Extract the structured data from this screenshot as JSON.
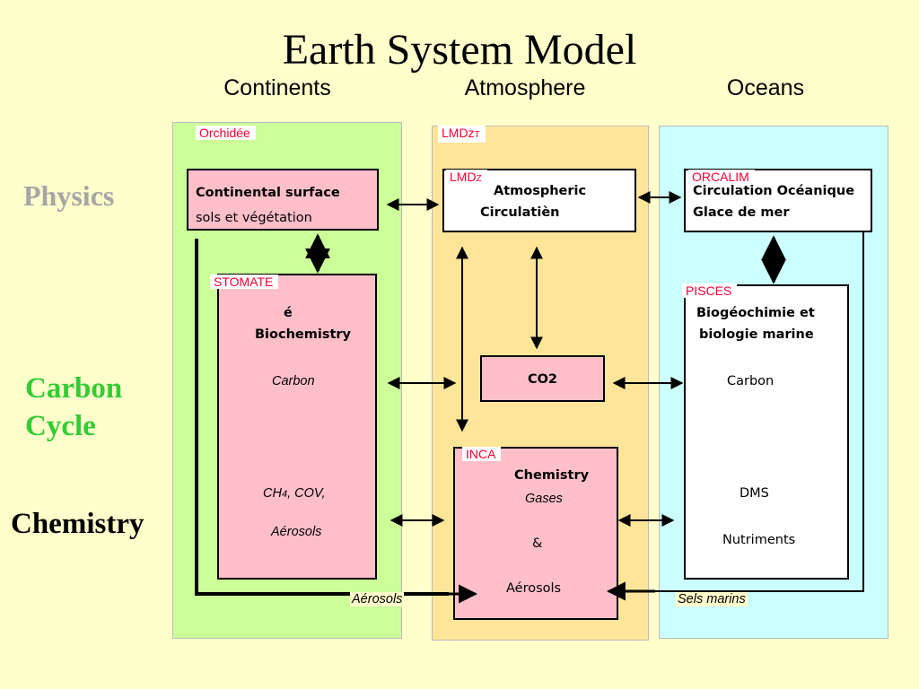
{
  "title": "Earth System Model",
  "columns": {
    "continents": "Continents",
    "atmosphere": "Atmosphere",
    "oceans": "Oceans"
  },
  "rows": {
    "physics": "Physics",
    "carbon_cycle_line1": "Carbon",
    "carbon_cycle_line2": "Cycle",
    "chemistry": "Chemistry"
  },
  "colors": {
    "background": "#ffffcc",
    "continents_panel": "#ccff99",
    "atmosphere_panel": "#ffe599",
    "oceans_panel": "#ccffff",
    "pink_box": "#ffbfc9",
    "tag_red": "#ff0033",
    "physics_gray": "#a6a6a6",
    "carbon_green": "#33cc33"
  },
  "tags": {
    "orchidee": "Orchidée",
    "lmdzt_main": "LMDz",
    "lmdzt_sub": "T",
    "lmdz_main": "LMD",
    "lmdz_sub": "Z",
    "orcalim": "ORCALIM",
    "stomate": "STOMATE",
    "pisces": "PISCES",
    "inca": "INCA"
  },
  "boxes": {
    "continental_surface": {
      "line1": "Continental surface",
      "line2": "sols et végétation"
    },
    "atmospheric_circulation": {
      "line1": "Atmospheric",
      "line2": "Circulatièn"
    },
    "ocean_circulation": {
      "line1": "Circulation Océanique",
      "line2": "Glace de mer"
    },
    "stomate": {
      "accent": "é",
      "heading": "Biochemistry",
      "carbon": "Carbon",
      "ch4_a": "CH",
      "ch4_sub": "4",
      "ch4_b": ", COV,",
      "aerosols": "Aérosols"
    },
    "co2": {
      "label": "CO2"
    },
    "pisces": {
      "line1": "Biogéochimie et",
      "line2": "biologie marine",
      "carbon": "Carbon",
      "dms": "DMS",
      "nutriments": "Nutriments"
    },
    "inca": {
      "heading": "Chemistry",
      "gases": "Gases",
      "amp": "&",
      "aerosols": "Aérosols"
    }
  },
  "flow_labels": {
    "aerosols": "Aérosols",
    "sels_marins": "Sels marins"
  }
}
